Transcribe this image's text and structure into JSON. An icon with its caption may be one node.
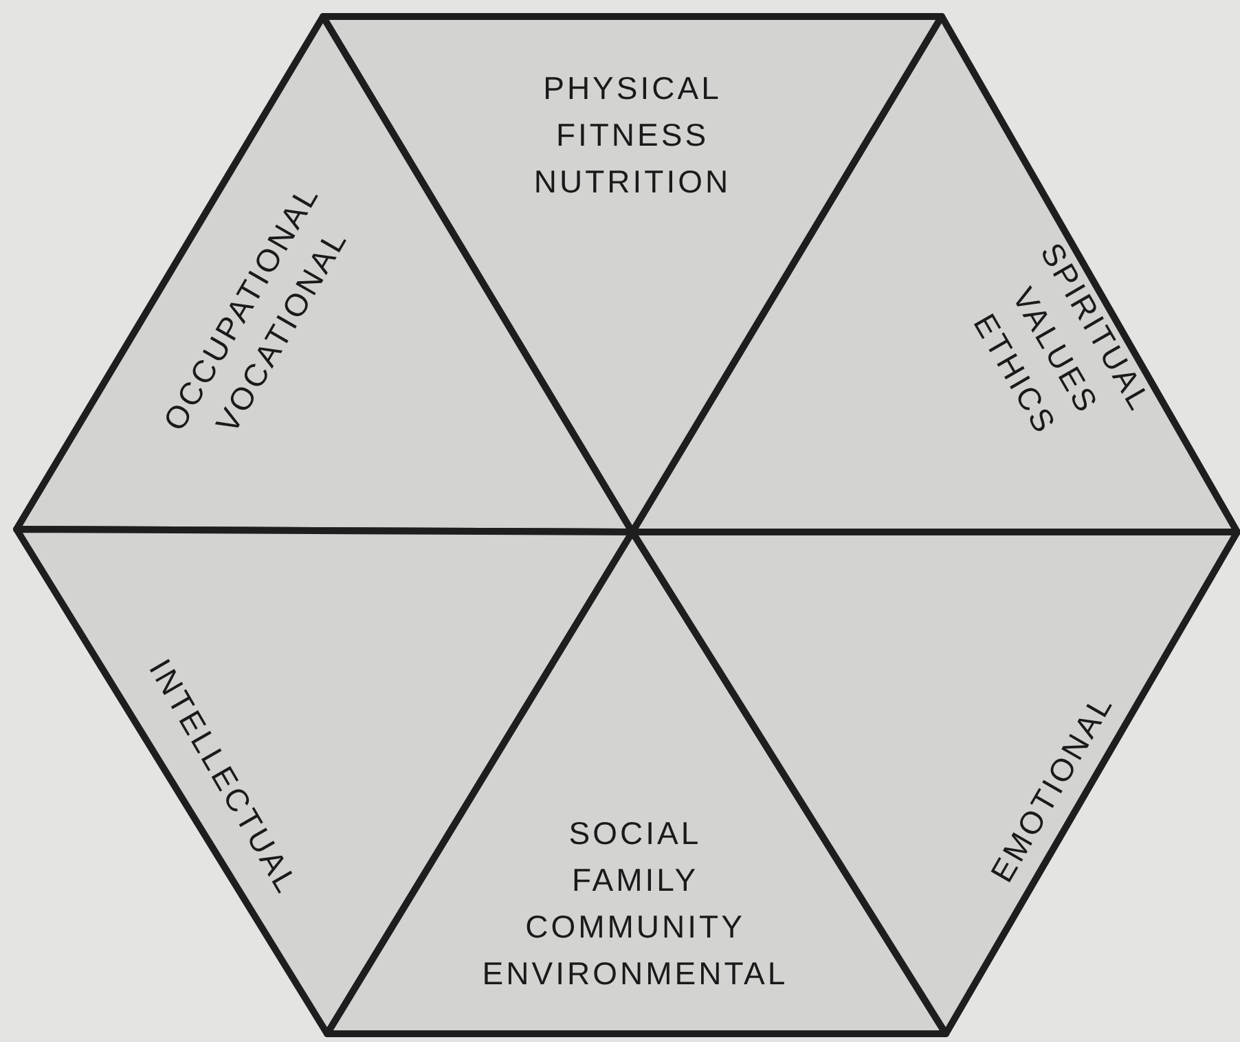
{
  "diagram": {
    "nodes": [
      {
        "text": [
          "OCCUPATIONAL",
          "VOCATIONAL"
        ]
      },
      {
        "text": [
          "PHYSICAL",
          "FITNESS",
          "NUTRITION"
        ]
      },
      {
        "text": [
          "SPIRITUAL",
          "VALUES",
          "ETHICS"
        ]
      },
      {
        "text": [
          "INTELLECTUAL"
        ]
      },
      {
        "text": [
          "SOCIAL",
          "FAMILY",
          "COMMUNITY",
          "ENVIRONMENTAL"
        ]
      },
      {
        "text": [
          "EMOTIONAL"
        ]
      }
    ]
  }
}
